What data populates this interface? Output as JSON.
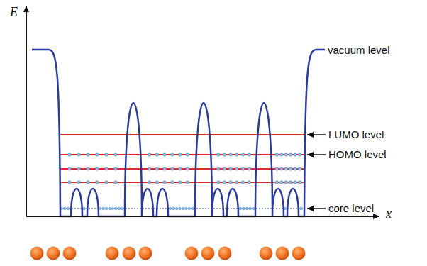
{
  "diagram": {
    "labels": [
      "E",
      "x",
      "vacuum level",
      "LUMO level",
      "HOMO level",
      "core level"
    ]
  }
}
